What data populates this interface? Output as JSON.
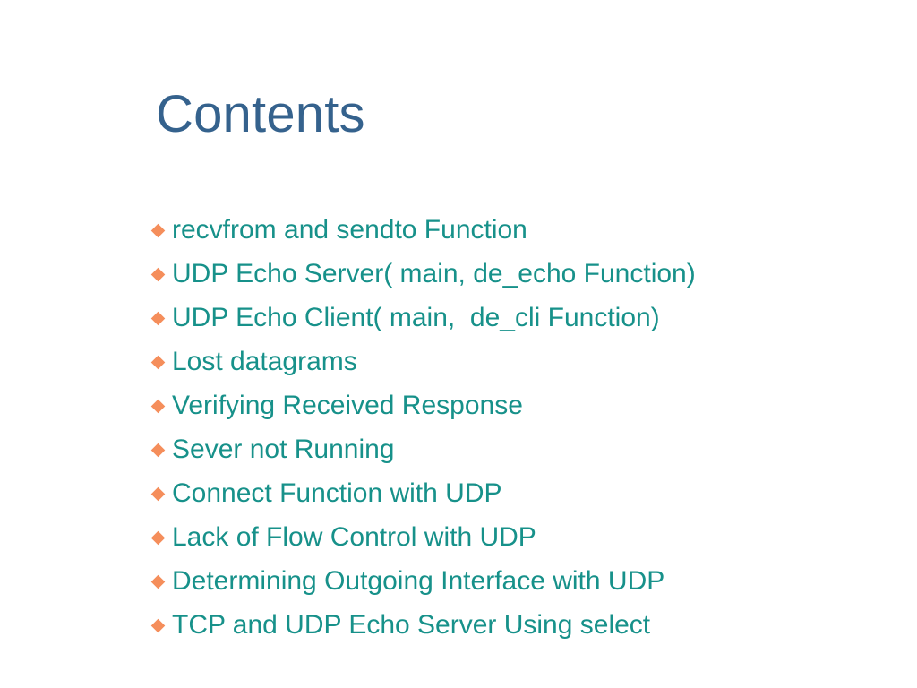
{
  "slide": {
    "title": "Contents",
    "background_color": "#ffffff",
    "title_color": "#35628d",
    "body_text_color": "#17918a",
    "bullet_color": "#f58e5b",
    "bullet_glyph": "diamond-bullet-icon",
    "items": [
      {
        "label": "recvfrom and sendto Function"
      },
      {
        "label": "UDP Echo Server( main, de_echo Function)"
      },
      {
        "label": "UDP Echo Client( main,  de_cli Function)"
      },
      {
        "label": "Lost datagrams"
      },
      {
        "label": "Verifying Received Response"
      },
      {
        "label": "Sever not Running"
      },
      {
        "label": "Connect Function with UDP"
      },
      {
        "label": "Lack of Flow Control with UDP"
      },
      {
        "label": "Determining Outgoing Interface with UDP"
      },
      {
        "label": "TCP and UDP Echo Server Using select"
      }
    ]
  }
}
